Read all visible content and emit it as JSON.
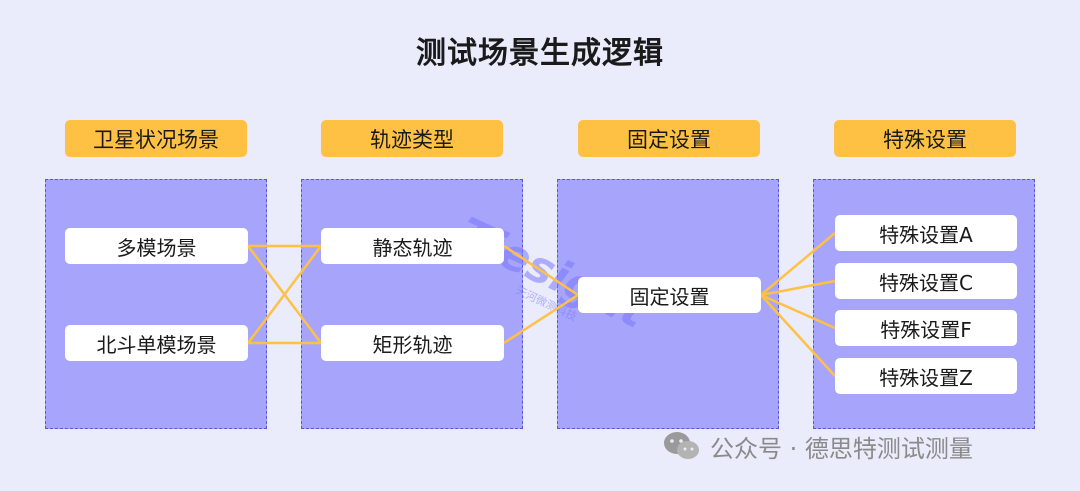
{
  "title": "测试场景生成逻辑",
  "columns": [
    {
      "header": "卫星状况场景",
      "nodes": [
        "多模场景",
        "北斗单模场景"
      ]
    },
    {
      "header": "轨迹类型",
      "nodes": [
        "静态轨迹",
        "矩形轨迹"
      ]
    },
    {
      "header": "固定设置",
      "nodes": [
        "固定设置"
      ]
    },
    {
      "header": "特殊设置",
      "nodes": [
        "特殊设置A",
        "特殊设置C",
        "特殊设置F",
        "特殊设置Z"
      ]
    }
  ],
  "watermark": {
    "text": "Tiesight",
    "sub": "天河微测科技"
  },
  "footer": {
    "text": "公众号 · 德思特测试测量"
  },
  "colors": {
    "background": "#eaebfb",
    "header": "#ffc144",
    "panel": "#a6a5fb",
    "panel_border": "#5a57d6",
    "connector": "#ffc144"
  }
}
